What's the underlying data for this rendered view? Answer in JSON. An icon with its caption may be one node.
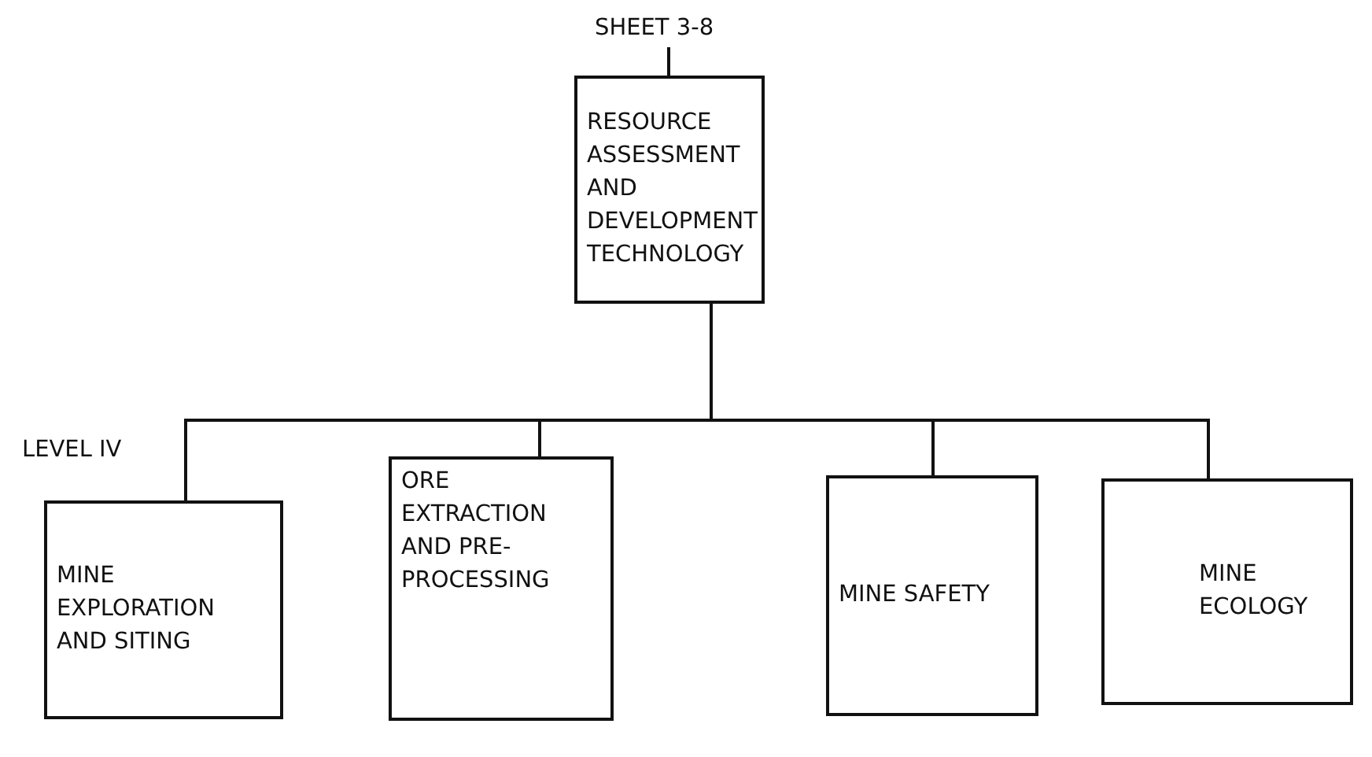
{
  "diagram": {
    "nodes": [
      {
        "text": [
          "SHEET 3-8"
        ]
      },
      {
        "text": [
          "RESOURCE ASSESSMENT AND DEVELOPMENT TECHNOLOGY"
        ]
      },
      {
        "text": [
          "MINE EXPLORATION AND SITING"
        ]
      },
      {
        "text": [
          "ORE EXTRACTION AND PRE-PROCESSING"
        ]
      },
      {
        "text": [
          "MINE SAFETY"
        ]
      },
      {
        "text": [
          "MINE ECOLOGY"
        ]
      }
    ],
    "edges": [
      {
        "from": 0,
        "to": 1,
        "arrow": "none"
      },
      {
        "from": 1,
        "to": 2,
        "arrow": "none"
      },
      {
        "from": 1,
        "to": 3,
        "arrow": "none"
      },
      {
        "from": 1,
        "to": 4,
        "arrow": "none"
      },
      {
        "from": 1,
        "to": 5,
        "arrow": "none"
      }
    ],
    "labels": [
      "LEVEL IV"
    ]
  }
}
